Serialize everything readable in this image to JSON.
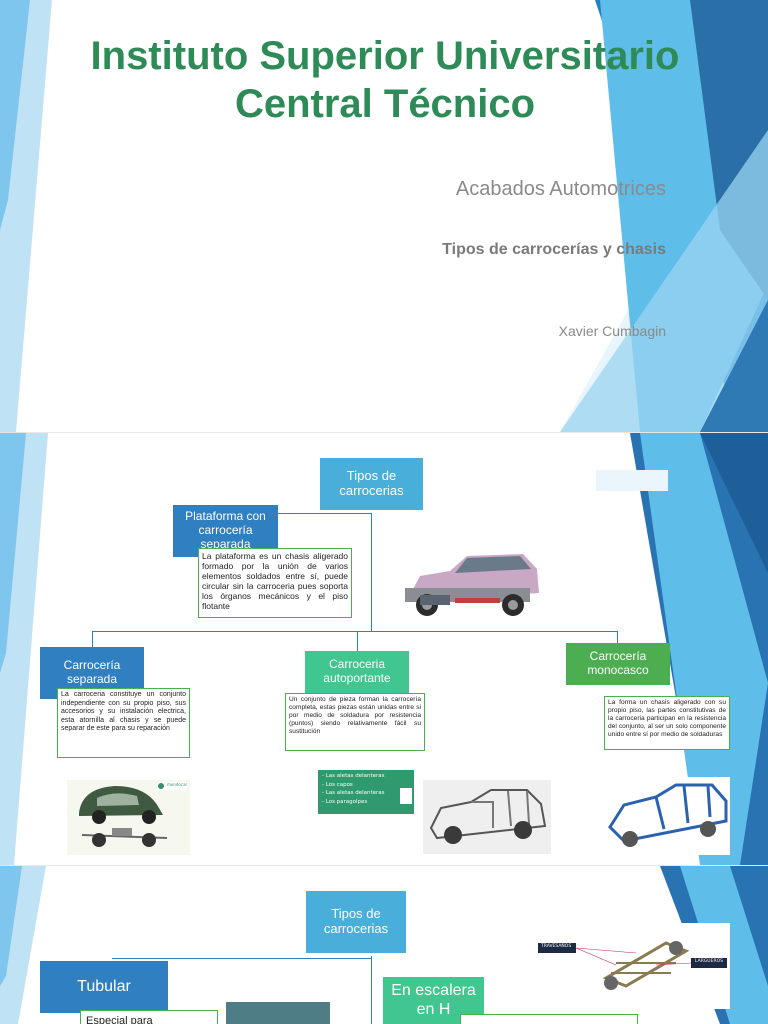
{
  "slide1": {
    "title": "Instituto Superior Universitario Central Técnico",
    "subtitle": "Acabados Automotrices",
    "topic": "Tipos de carrocerías y chasis",
    "author": "Xavier Cumbagin"
  },
  "slide2": {
    "root": "Tipos de carrocerias",
    "platform": {
      "title": "Plataforma con carrocería separada",
      "text": "La plataforma es un chasis aligerado formado por la unión de varios elementos soldados entre sí, puede circular sin la carroceria pues soporta los órganos mecánicos y el piso flotante"
    },
    "separada": {
      "title": "Carrocería separada",
      "text": "La carroceria constituye un conjunto independiente con su propio piso, sus accesorios y su instalación electrica, esta atornilla al chasis y se puede separar de este para su reparación"
    },
    "autoportante": {
      "title": "Carroceria autoportante",
      "text": "Un conjunto de pieza forman la carrocería completa, estas piezas están unidas entre si por medio de soldadura por resistencia (puntos) siendo relativamente fácil su sustitución",
      "parts": [
        "- Las aletas delanteras",
        "- Los capos",
        "- Las aletas delanteras",
        "- Los paragolpes"
      ]
    },
    "monocasco": {
      "title": "Carrocería monocasco",
      "text": "La forma un chasis aligerado con su propio piso, las partes constitutivas de la carroceria participan en la resistencia del conjunto, al ser un solo componente unido entre sí por medio de soldaduras"
    },
    "beetle_logo_text": "mondocar"
  },
  "slide3": {
    "root": "Tipos de carrocerias",
    "tubular": "Tubular",
    "tubular_text": "Especial para",
    "escalera": "En escalera en H",
    "diagram_labels": [
      "TRAVESAÑOS",
      "LARGUEROS"
    ]
  },
  "colors": {
    "title_green": "#2e8b57",
    "box_blue": "#2f7fc1",
    "box_light_blue": "#4aaedb",
    "box_green": "#41c68f",
    "box_dark_green": "#4cae50"
  }
}
